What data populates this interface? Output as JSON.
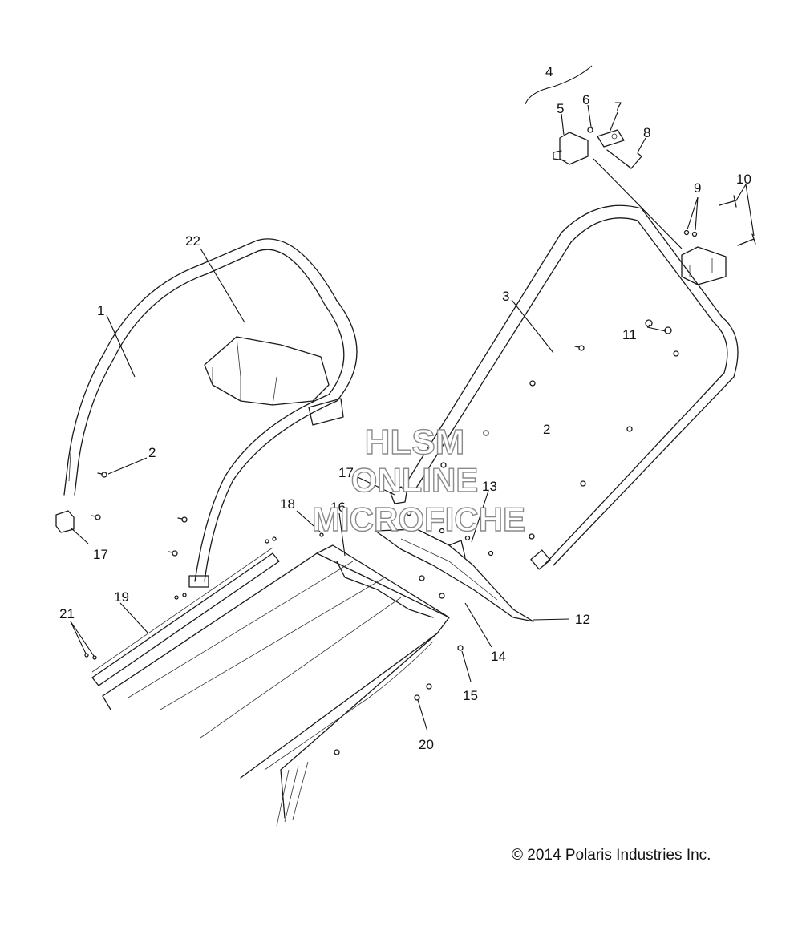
{
  "diagram": {
    "callouts": [
      {
        "id": "c1",
        "text": "1"
      },
      {
        "id": "c2a",
        "text": "2"
      },
      {
        "id": "c2b",
        "text": "2"
      },
      {
        "id": "c3",
        "text": "3"
      },
      {
        "id": "c4",
        "text": "4"
      },
      {
        "id": "c5",
        "text": "5"
      },
      {
        "id": "c6",
        "text": "6"
      },
      {
        "id": "c7",
        "text": "7"
      },
      {
        "id": "c8",
        "text": "8"
      },
      {
        "id": "c9",
        "text": "9"
      },
      {
        "id": "c10",
        "text": "10"
      },
      {
        "id": "c11",
        "text": "11"
      },
      {
        "id": "c12",
        "text": "12"
      },
      {
        "id": "c13",
        "text": "13"
      },
      {
        "id": "c14",
        "text": "14"
      },
      {
        "id": "c15",
        "text": "15"
      },
      {
        "id": "c16",
        "text": "16"
      },
      {
        "id": "c17a",
        "text": "17"
      },
      {
        "id": "c17b",
        "text": "17"
      },
      {
        "id": "c18",
        "text": "18"
      },
      {
        "id": "c19",
        "text": "19"
      },
      {
        "id": "c20",
        "text": "20"
      },
      {
        "id": "c21",
        "text": "21"
      },
      {
        "id": "c22",
        "text": "22"
      }
    ],
    "watermark": {
      "line1": "HLSM",
      "line2": "ONLINE",
      "line3": "MICROFICHE"
    },
    "copyright": "© 2014 Polaris Industries Inc."
  }
}
